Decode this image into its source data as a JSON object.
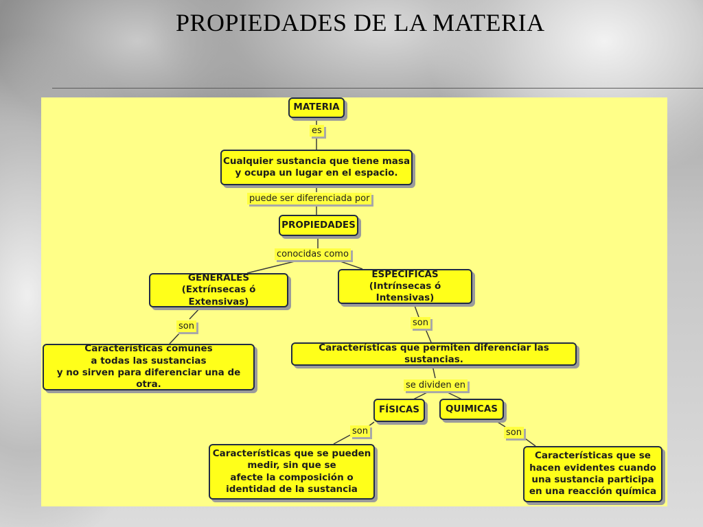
{
  "title": "PROPIEDADES DE LA MATERIA",
  "nodes": {
    "materia": "MATERIA",
    "definicion": "Cualquier sustancia que tiene masa\ny ocupa un lugar en el espacio.",
    "propiedades": "PROPIEDADES",
    "generales": "GENERALES\n(Extrínsecas ó Extensivas)",
    "especificas": "ESPECIFICAS\n(Intrínsecas ó Intensivas)",
    "car_comunes": "Características comunes\na todas las sustancias\ny no sirven para diferenciar una de otra.",
    "car_diferenciar": "Características que permiten diferenciar las sustancias.",
    "fisicas": "FÍSICAS",
    "quimicas": "QUIMICAS",
    "car_fisicas": "Características que se pueden\nmedir, sin que se\nafecte la composición o\nidentidad de la sustancia",
    "car_quimicas": "Características que se\nhacen evidentes cuando\nuna sustancia participa\nen una reacción química"
  },
  "links": {
    "es": "es",
    "puede_ser": "puede ser diferenciada por",
    "conocidas": "conocidas como",
    "son_generales": "son",
    "son_especificas": "son",
    "se_dividen": "se dividen en",
    "son_fisicas": "son",
    "son_quimicas": "son"
  },
  "colors": {
    "panel": "#ffff88",
    "node_fill": "#ffff1a",
    "node_border": "#1f2a44",
    "link_label_fill": "#ffff40"
  }
}
